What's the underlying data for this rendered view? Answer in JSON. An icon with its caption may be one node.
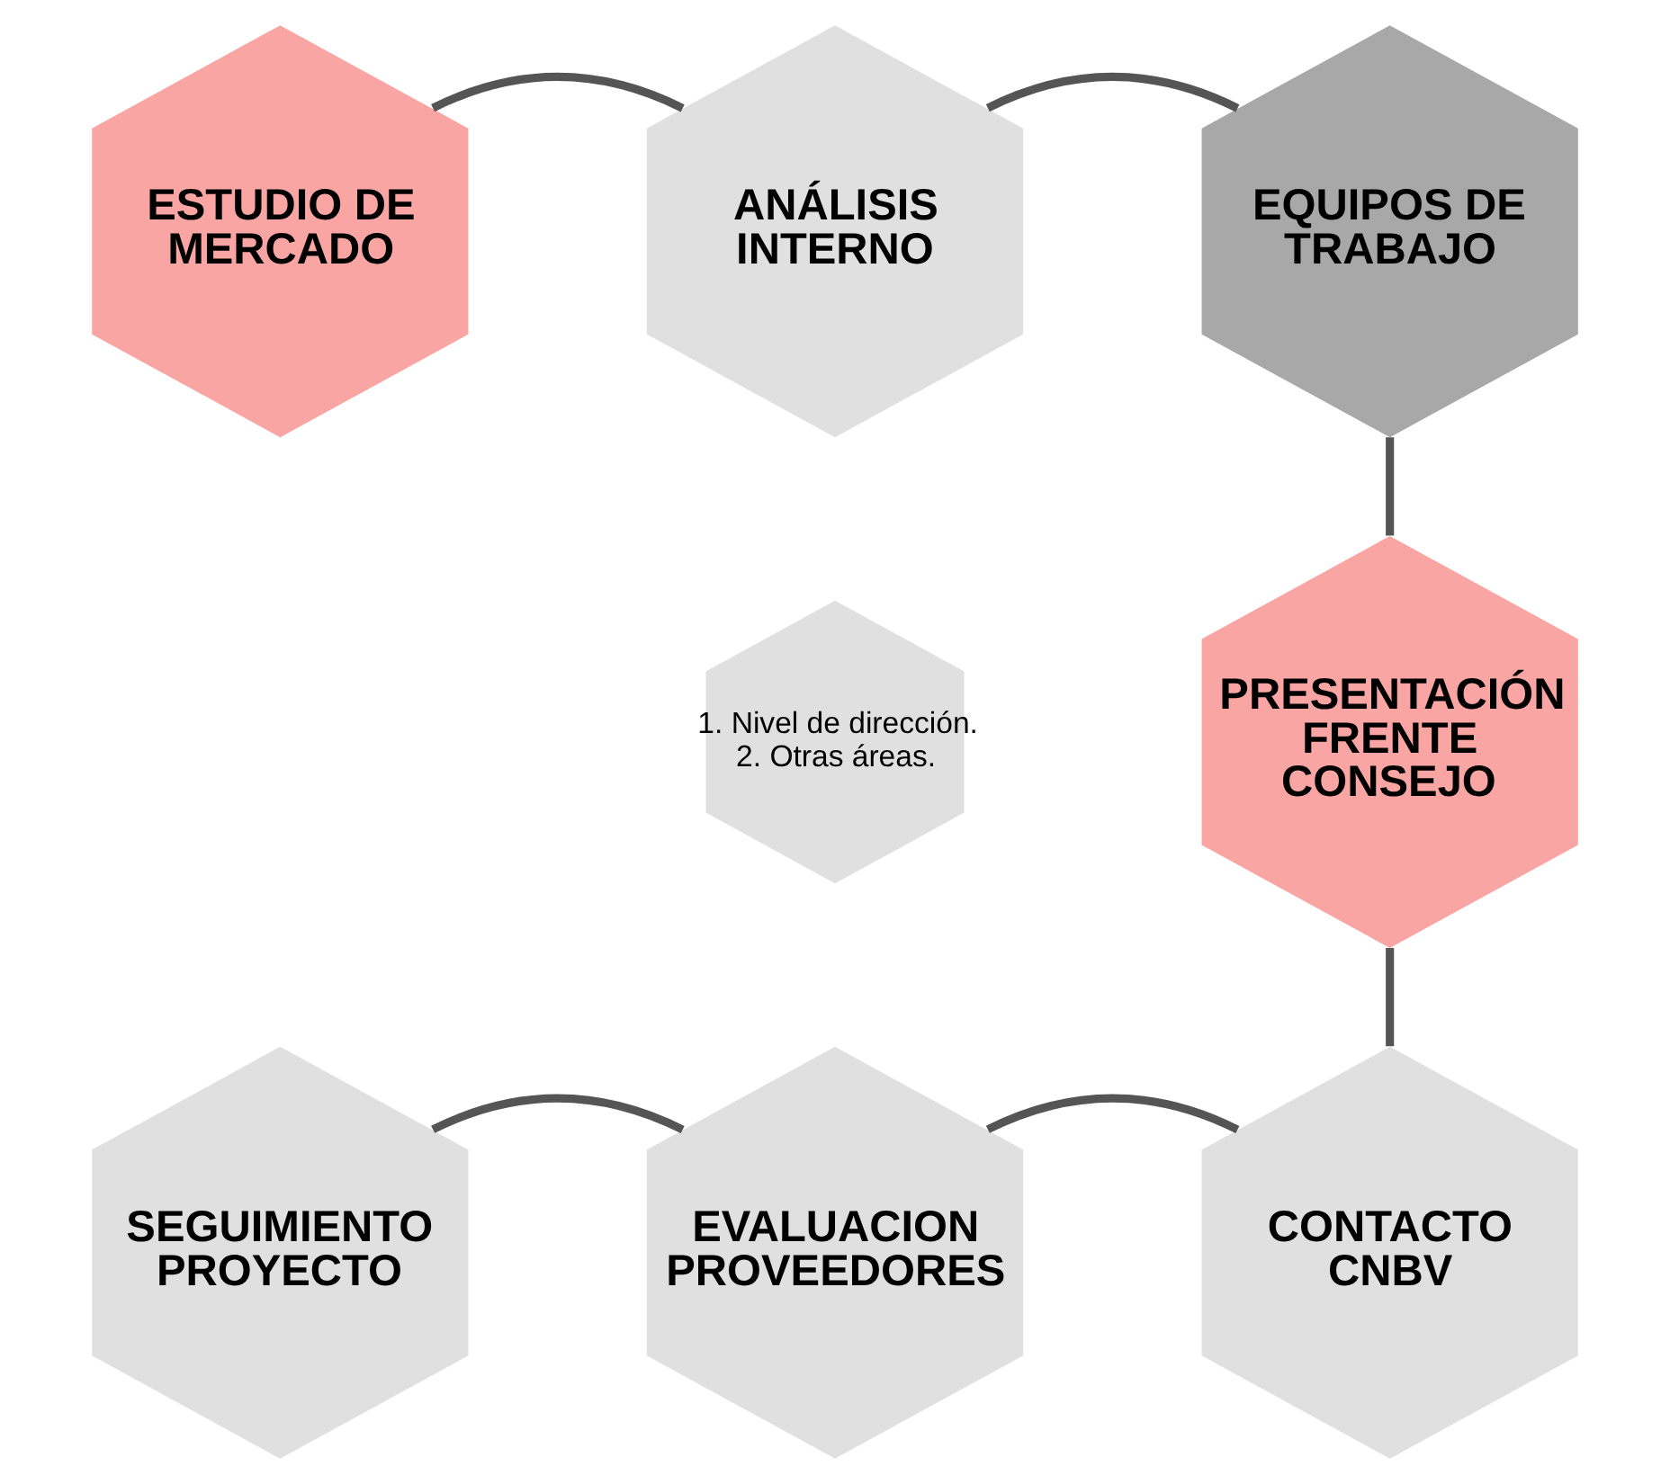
{
  "diagram": {
    "nodes": [
      {
        "text": [
          "ESTUDIO DE MERCADO"
        ]
      },
      {
        "text": [
          "ANÁLISIS INTERNO"
        ]
      },
      {
        "text": [
          "EQUIPOS DE TRABAJO"
        ]
      },
      {
        "text": [
          "1. Nivel de dirección.",
          "2. Otras áreas."
        ]
      },
      {
        "text": [
          "PRESENTACIÓN FRENTE CONSEJO"
        ]
      },
      {
        "text": [
          "CONTACTO CNBV"
        ]
      },
      {
        "text": [
          "EVALUACION PROVEEDORES"
        ]
      },
      {
        "text": [
          "SEGUIMIENTO PROYECTO"
        ]
      }
    ],
    "edges": [
      {
        "from": 0,
        "to": 1,
        "arrow": "none"
      },
      {
        "from": 1,
        "to": 2,
        "arrow": "none"
      },
      {
        "from": 2,
        "to": 4,
        "arrow": "none"
      },
      {
        "from": 4,
        "to": 5,
        "arrow": "none"
      },
      {
        "from": 5,
        "to": 6,
        "arrow": "none"
      },
      {
        "from": 6,
        "to": 7,
        "arrow": "none"
      }
    ]
  }
}
